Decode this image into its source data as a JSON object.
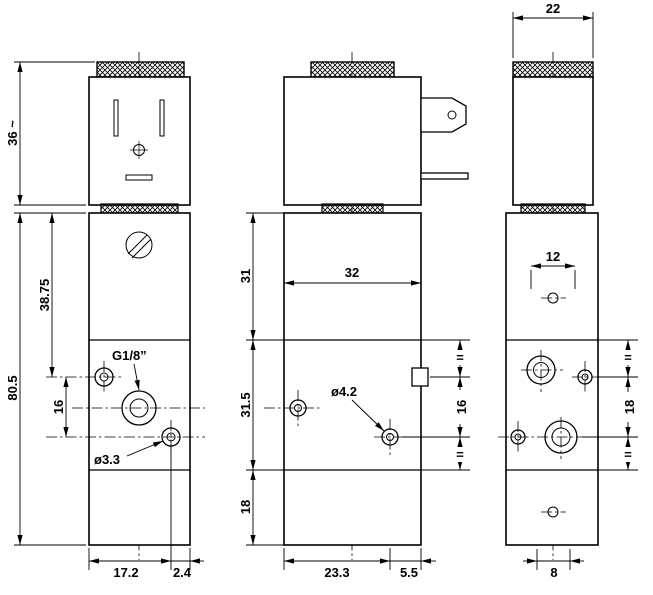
{
  "front": {
    "coil_height": "36 ~",
    "body_height": "80.5",
    "port_offset": "38.75",
    "port_spacing": "16",
    "port_label": "G1/8”",
    "hole_label": "ø3.3",
    "width": "17.2",
    "edge_offset": "2.4"
  },
  "side": {
    "section_top": "31",
    "body_width": "32",
    "section_mid": "31.5",
    "section_bottom": "18",
    "hole_spacing": "16",
    "hole_label": "ø4.2",
    "depth": "23.3",
    "edge_offset": "5.5",
    "eq": "="
  },
  "end": {
    "width": "22",
    "hole_offset": "12",
    "hole_spacing": "18",
    "bottom_spacing": "8",
    "eq": "="
  }
}
